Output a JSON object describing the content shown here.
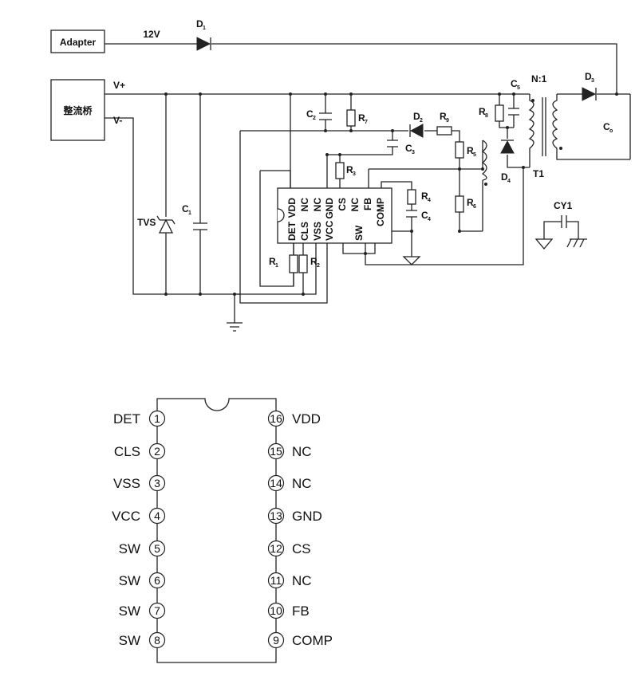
{
  "schematic": {
    "adapter": "Adapter",
    "v12": "12V",
    "rectifier": "整流桥",
    "vplus": "V+",
    "vminus": "V-",
    "tvs": "TVS",
    "ratio": "N:1",
    "t1": "T1",
    "cy1": "CY1",
    "components": {
      "D1": {
        "letter": "D",
        "sub": "1"
      },
      "D2": {
        "letter": "D",
        "sub": "2"
      },
      "D3": {
        "letter": "D",
        "sub": "3"
      },
      "D4": {
        "letter": "D",
        "sub": "4"
      },
      "C1": {
        "letter": "C",
        "sub": "1"
      },
      "C2": {
        "letter": "C",
        "sub": "2"
      },
      "C3": {
        "letter": "C",
        "sub": "3"
      },
      "C4": {
        "letter": "C",
        "sub": "4"
      },
      "C5": {
        "letter": "C",
        "sub": "5"
      },
      "Co": {
        "letter": "C",
        "sub": "o"
      },
      "R1": {
        "letter": "R",
        "sub": "1"
      },
      "R2": {
        "letter": "R",
        "sub": "2"
      },
      "R3": {
        "letter": "R",
        "sub": "3"
      },
      "R4": {
        "letter": "R",
        "sub": "4"
      },
      "R5": {
        "letter": "R",
        "sub": "5"
      },
      "R6": {
        "letter": "R",
        "sub": "6"
      },
      "R7": {
        "letter": "R",
        "sub": "7"
      },
      "R8": {
        "letter": "R",
        "sub": "8"
      },
      "R9": {
        "letter": "R",
        "sub": "9"
      }
    },
    "ic_top": [
      "VDD",
      "NC",
      "NC",
      "GND",
      "CS",
      "NC",
      "FB",
      "COMP"
    ],
    "ic_bottom": [
      "DET",
      "CLS",
      "VSS",
      "VCC",
      "SW"
    ]
  },
  "pinout": {
    "left": [
      {
        "num": "1",
        "name": "DET"
      },
      {
        "num": "2",
        "name": "CLS"
      },
      {
        "num": "3",
        "name": "VSS"
      },
      {
        "num": "4",
        "name": "VCC"
      },
      {
        "num": "5",
        "name": "SW"
      },
      {
        "num": "6",
        "name": "SW"
      },
      {
        "num": "7",
        "name": "SW"
      },
      {
        "num": "8",
        "name": "SW"
      }
    ],
    "right": [
      {
        "num": "16",
        "name": "VDD"
      },
      {
        "num": "15",
        "name": "NC"
      },
      {
        "num": "14",
        "name": "NC"
      },
      {
        "num": "13",
        "name": "GND"
      },
      {
        "num": "12",
        "name": "CS"
      },
      {
        "num": "11",
        "name": "NC"
      },
      {
        "num": "10",
        "name": "FB"
      },
      {
        "num": "9",
        "name": "COMP"
      }
    ]
  }
}
